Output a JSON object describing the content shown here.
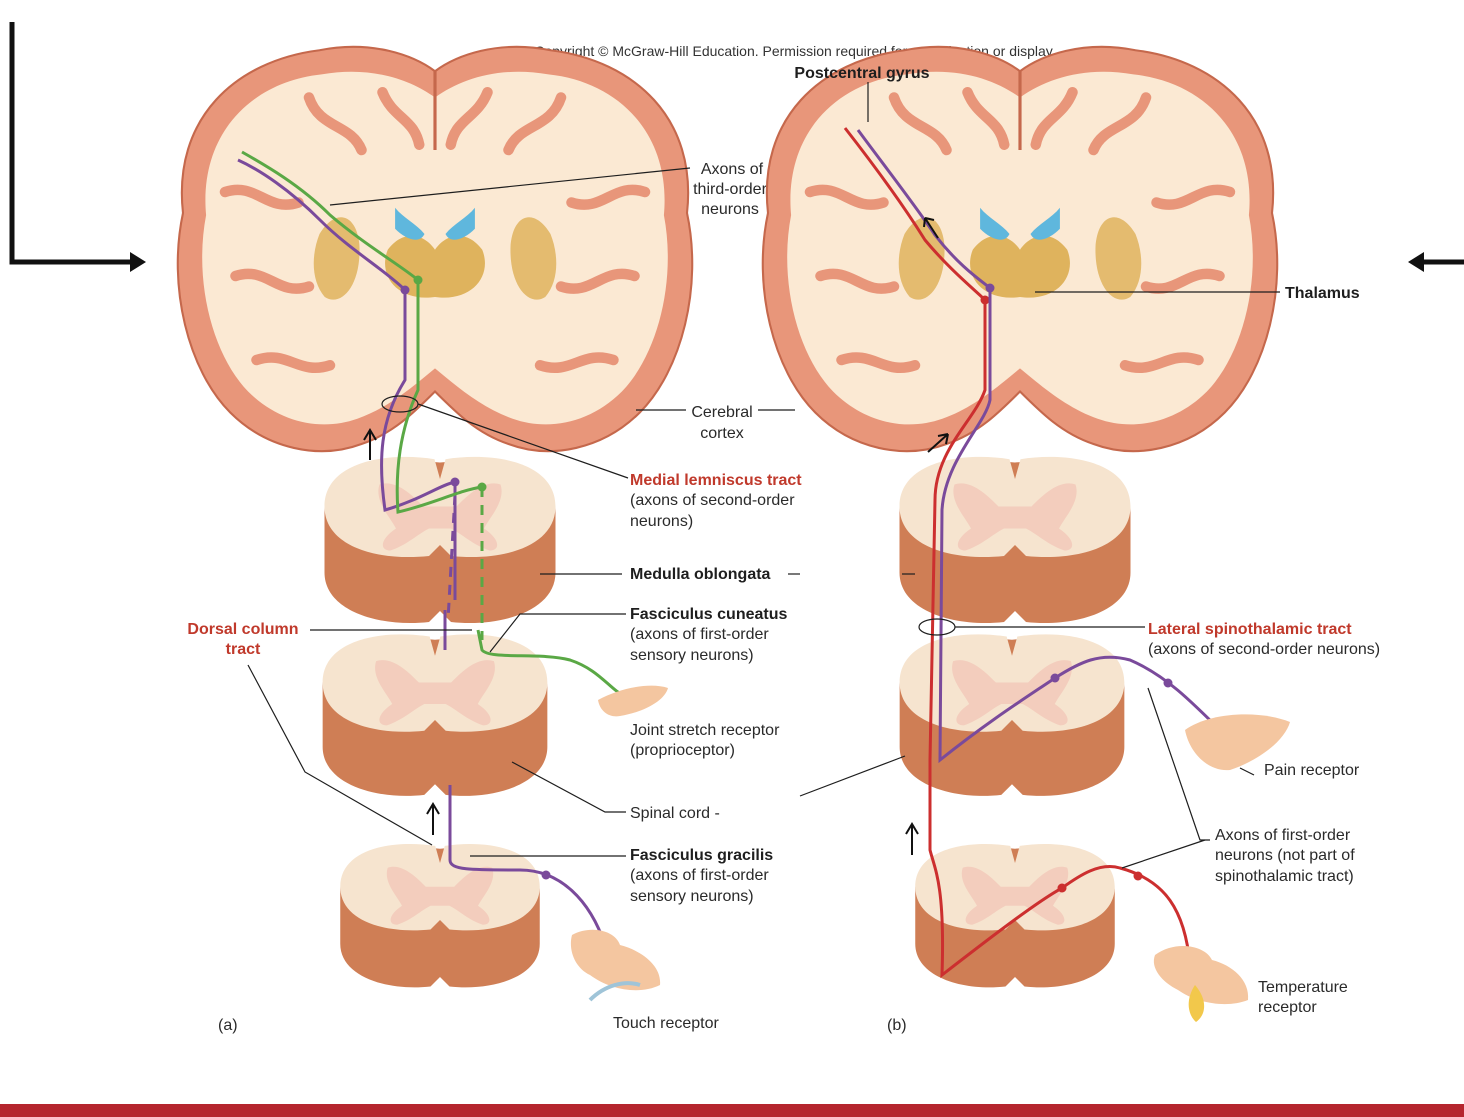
{
  "colors": {
    "cortex": "#e8967a",
    "cortex_edge": "#c5684c",
    "white_matter": "#fbe9d3",
    "thalamus": "#dfb35d",
    "ventricle": "#5fb7dd",
    "cord_top": "#f6e4cf",
    "cord_side": "#cf7e55",
    "grey_matter": "#f3cdbd",
    "purple_neuron": "#7a4a9b",
    "green_neuron": "#5aa845",
    "red_neuron": "#cc2f2f",
    "footer_bar": "#b5262e",
    "skin": "#f4c6a0"
  },
  "copyright": "Copyright © McGraw-Hill Education. Permission required for reproduction or display.",
  "labels": {
    "postcentral_gyrus": "Postcentral gyrus",
    "axons_third_1": "Axons of",
    "axons_third_2": "third-order",
    "axons_third_3": "neurons",
    "thalamus": "Thalamus",
    "cerebral_1": "Cerebral",
    "cerebral_2": "cortex",
    "medial_lemniscus": "Medial lemniscus tract",
    "medial_lemniscus_sub1": "(axons of second-order",
    "medial_lemniscus_sub2": "neurons)",
    "medulla": "Medulla oblongata",
    "fasciculus_cuneatus": "Fasciculus cuneatus",
    "cuneatus_sub1": "(axons of first-order",
    "cuneatus_sub2": "sensory neurons)",
    "dorsal_column_1": "Dorsal column",
    "dorsal_column_2": "tract",
    "lateral_spinothalamic": "Lateral spinothalamic tract",
    "lateral_sub": "(axons of second-order neurons)",
    "joint_1": "Joint stretch receptor",
    "joint_2": "(proprioceptor)",
    "pain_receptor": "Pain receptor",
    "spinal_cord": "Spinal cord -",
    "axons_first_1": "Axons of first-order",
    "axons_first_2": "neurons (not part of",
    "axons_first_3": "spinothalamic tract)",
    "fasciculus_gracilis": "Fasciculus gracilis",
    "gracilis_sub1": "(axons of first-order",
    "gracilis_sub2": "sensory neurons)",
    "touch_receptor": "Touch receptor",
    "temperature_1": "Temperature",
    "temperature_2": "receptor",
    "panel_a": "(a)",
    "panel_b": "(b)"
  }
}
